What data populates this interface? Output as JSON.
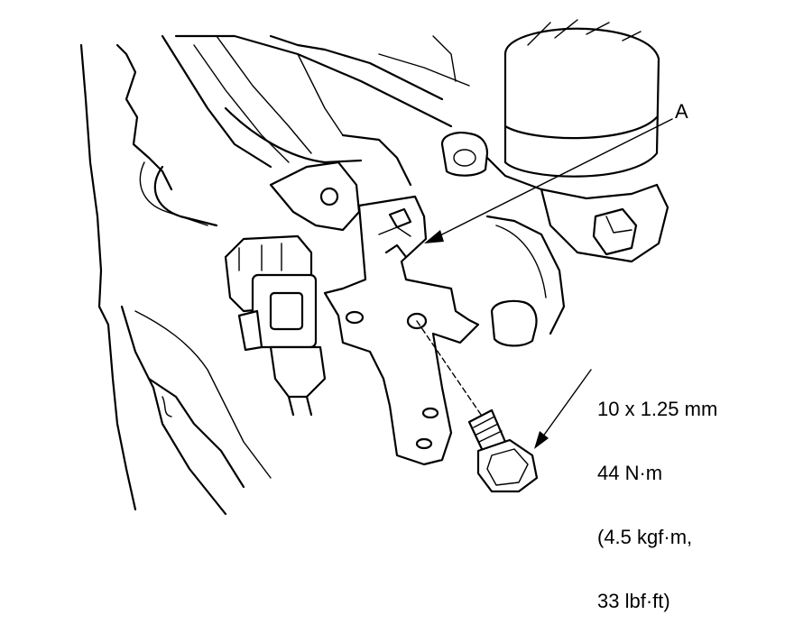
{
  "callout": {
    "letter": "A"
  },
  "bolt_spec": {
    "lines": [
      "10 x 1.25 mm",
      "44 N·m",
      "(4.5 kgf·m,",
      "33 lbf·ft)"
    ]
  }
}
